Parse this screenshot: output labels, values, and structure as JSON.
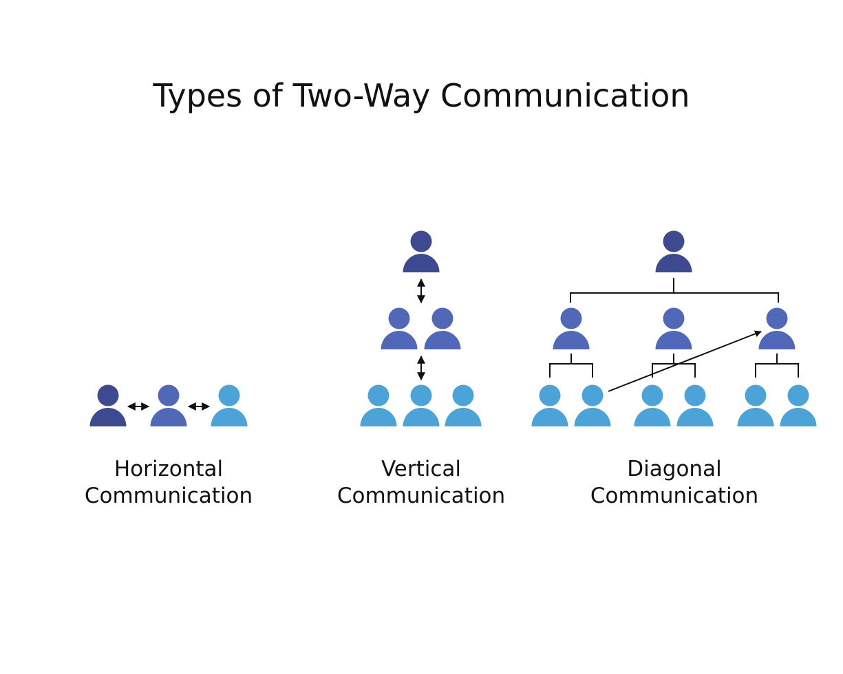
{
  "title": "Types of Two-Way Communication",
  "colors": {
    "dark": "#3d4a8f",
    "mid": "#5168b8",
    "light": "#4ba3d8",
    "line": "#111111",
    "background": "#ffffff"
  },
  "sections": [
    {
      "id": "horizontal",
      "label_line1": "Horizontal",
      "label_line2": "Communication",
      "nodes": [
        {
          "tier": "dark"
        },
        {
          "tier": "mid"
        },
        {
          "tier": "light"
        }
      ]
    },
    {
      "id": "vertical",
      "label_line1": "Vertical",
      "label_line2": "Communication",
      "levels": [
        {
          "count": 1,
          "tier": "dark"
        },
        {
          "count": 2,
          "tier": "mid"
        },
        {
          "count": 3,
          "tier": "light"
        }
      ]
    },
    {
      "id": "diagonal",
      "label_line1": "Diagonal",
      "label_line2": "Communication",
      "levels": [
        {
          "count": 1,
          "tier": "dark"
        },
        {
          "count": 3,
          "tier": "mid"
        },
        {
          "count": 6,
          "tier": "light"
        }
      ]
    }
  ]
}
